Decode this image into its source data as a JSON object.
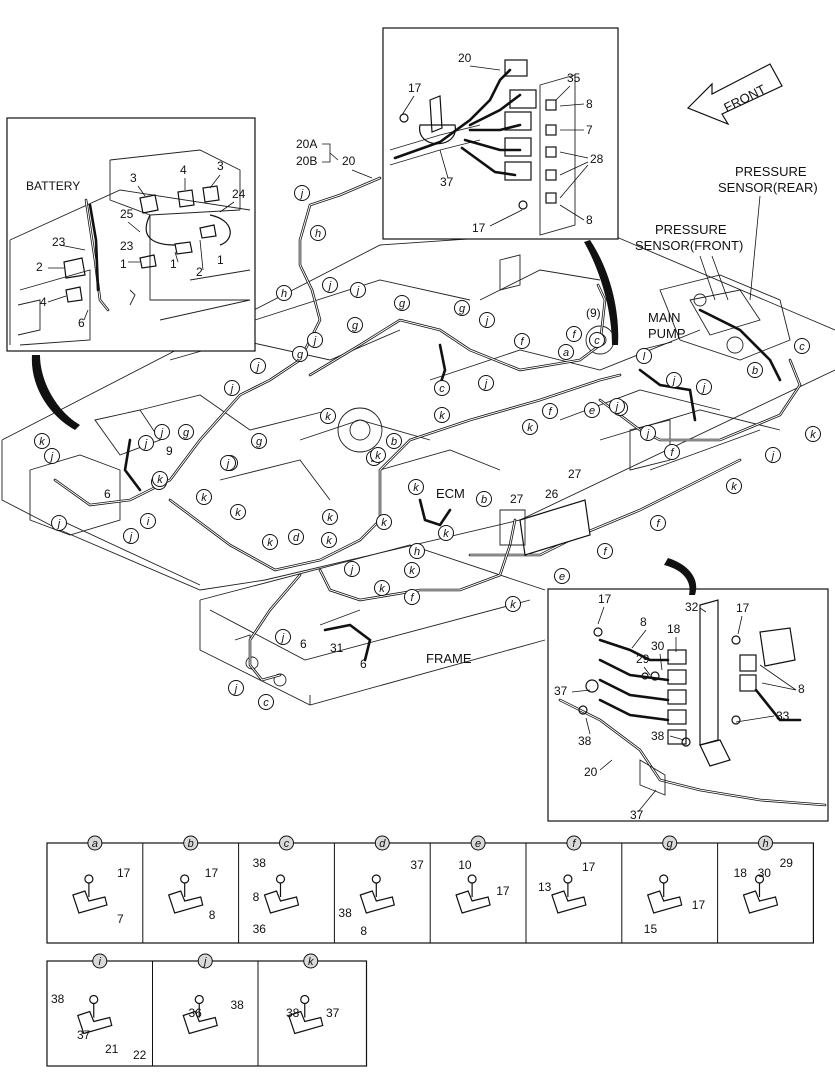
{
  "labels": {
    "battery": "BATTERY",
    "front": "FRONT",
    "frame": "FRAME",
    "ecm": "ECM",
    "main_pump_1": "MAIN",
    "main_pump_2": "PUMP",
    "pressure_rear_1": "PRESSURE",
    "pressure_rear_2": "SENSOR(REAR)",
    "pressure_front_1": "PRESSURE",
    "pressure_front_2": "SENSOR(FRONT)",
    "harness_20a": "20A",
    "harness_20b": "20B",
    "harness_20": "20",
    "harness_9_paren": "(9)"
  },
  "battery_inset_numbers": [
    "3",
    "4",
    "3",
    "24",
    "25",
    "23",
    "23",
    "1",
    "1",
    "2",
    "4",
    "2",
    "6",
    "1"
  ],
  "top_inset_numbers": [
    "20",
    "17",
    "35",
    "8",
    "7",
    "28",
    "37",
    "17",
    "8"
  ],
  "right_inset_numbers": [
    "17",
    "32",
    "17",
    "8",
    "18",
    "30",
    "29",
    "37",
    "38",
    "8",
    "33",
    "38",
    "20",
    "37"
  ],
  "main_numbers": [
    "9",
    "6",
    "27",
    "26",
    "27",
    "6",
    "31",
    "6"
  ],
  "callouts_main": [
    "j",
    "h",
    "h",
    "j",
    "j",
    "g",
    "g",
    "g",
    "j",
    "j",
    "g",
    "j",
    "j",
    "j",
    "k",
    "g",
    "j",
    "j",
    "k",
    "k",
    "k",
    "k",
    "k",
    "d",
    "k",
    "h",
    "k",
    "k",
    "b",
    "b",
    "b",
    "k",
    "c",
    "j",
    "k",
    "f",
    "f",
    "f",
    "k",
    "a",
    "l",
    "j",
    "j",
    "f",
    "e",
    "e",
    "k",
    "f",
    "j",
    "c",
    "c",
    "k",
    "k",
    "j",
    "b",
    "j",
    "c",
    "f",
    "f",
    "j",
    "j",
    "j",
    "k",
    "k",
    "j",
    "i",
    "j",
    "j",
    "k",
    "j",
    "g",
    "k",
    "k",
    "j"
  ],
  "legend": [
    {
      "letter": "a",
      "nums": [
        "17",
        "7"
      ]
    },
    {
      "letter": "b",
      "nums": [
        "17",
        "8"
      ]
    },
    {
      "letter": "c",
      "nums": [
        "38",
        "8",
        "36"
      ]
    },
    {
      "letter": "d",
      "nums": [
        "37",
        "38",
        "8"
      ]
    },
    {
      "letter": "e",
      "nums": [
        "10",
        "17"
      ]
    },
    {
      "letter": "f",
      "nums": [
        "17",
        "13"
      ]
    },
    {
      "letter": "g",
      "nums": [
        "17",
        "15"
      ]
    },
    {
      "letter": "h",
      "nums": [
        "18",
        "30",
        "29"
      ]
    },
    {
      "letter": "i",
      "nums": [
        "38",
        "37",
        "21",
        "22"
      ]
    },
    {
      "letter": "j",
      "nums": [
        "36",
        "38"
      ]
    },
    {
      "letter": "k",
      "nums": [
        "38",
        "37"
      ]
    }
  ]
}
